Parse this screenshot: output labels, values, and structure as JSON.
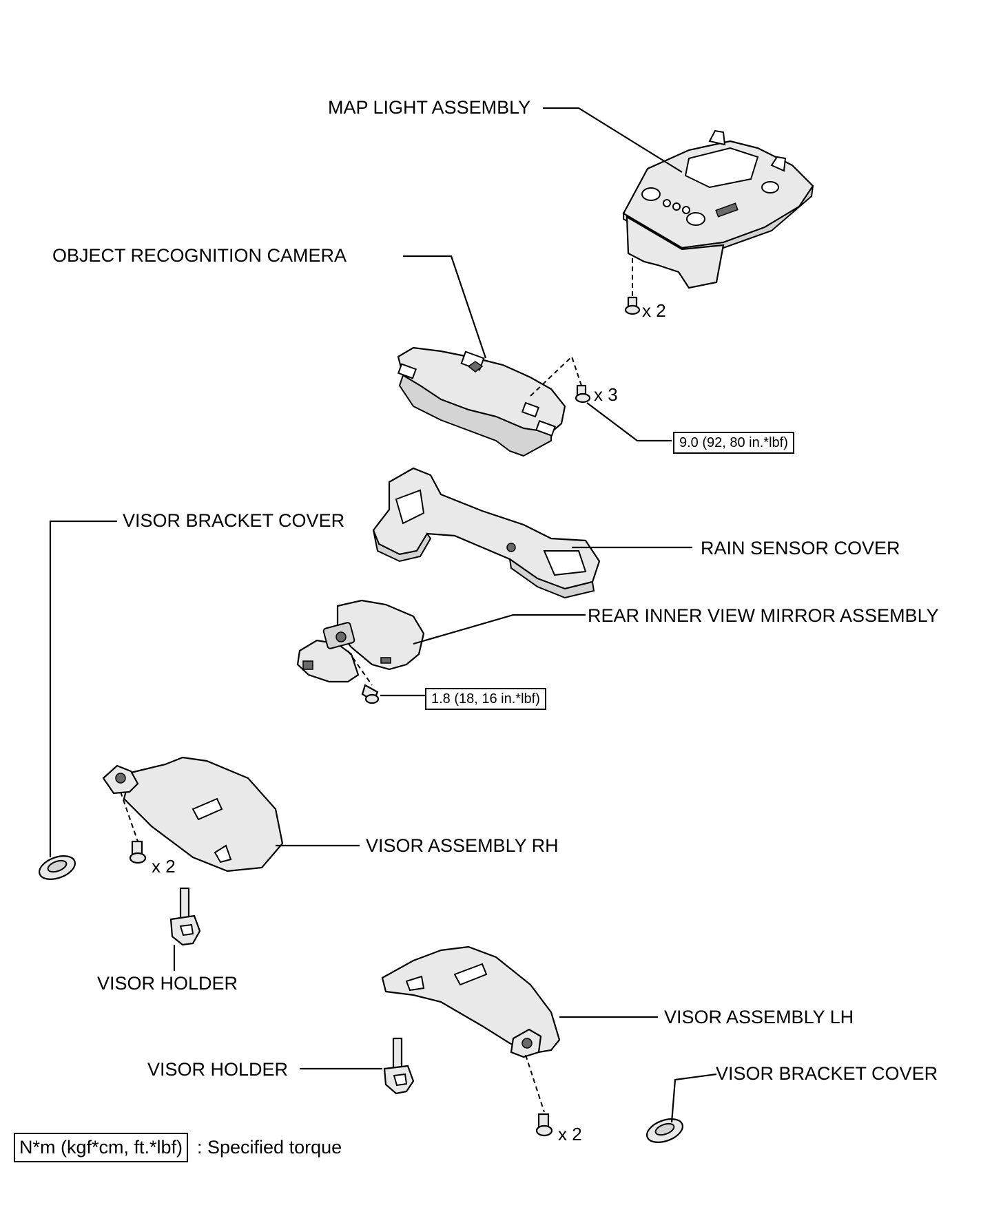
{
  "labels": {
    "map_light": "MAP LIGHT ASSEMBLY",
    "object_camera": "OBJECT RECOGNITION CAMERA",
    "visor_bracket_cover_rh": "VISOR BRACKET COVER",
    "rain_sensor_cover": "RAIN SENSOR COVER",
    "rear_mirror": "REAR INNER VIEW MIRROR ASSEMBLY",
    "visor_rh": "VISOR ASSEMBLY RH",
    "visor_holder_rh": "VISOR HOLDER",
    "visor_lh": "VISOR ASSEMBLY LH",
    "visor_holder_lh": "VISOR HOLDER",
    "visor_bracket_cover_lh": "VISOR BRACKET COVER"
  },
  "quantities": {
    "map_light_screws": "x 2",
    "camera_screws": "x 3",
    "visor_rh_screws": "x 2",
    "visor_lh_screws": "x 2"
  },
  "torques": {
    "camera": "9.0 (92, 80 in.*lbf)",
    "mirror": "1.8 (18, 16 in.*lbf)"
  },
  "legend": {
    "unit_box": "N*m (kgf*cm, ft.*lbf)",
    "text": ": Specified torque"
  }
}
